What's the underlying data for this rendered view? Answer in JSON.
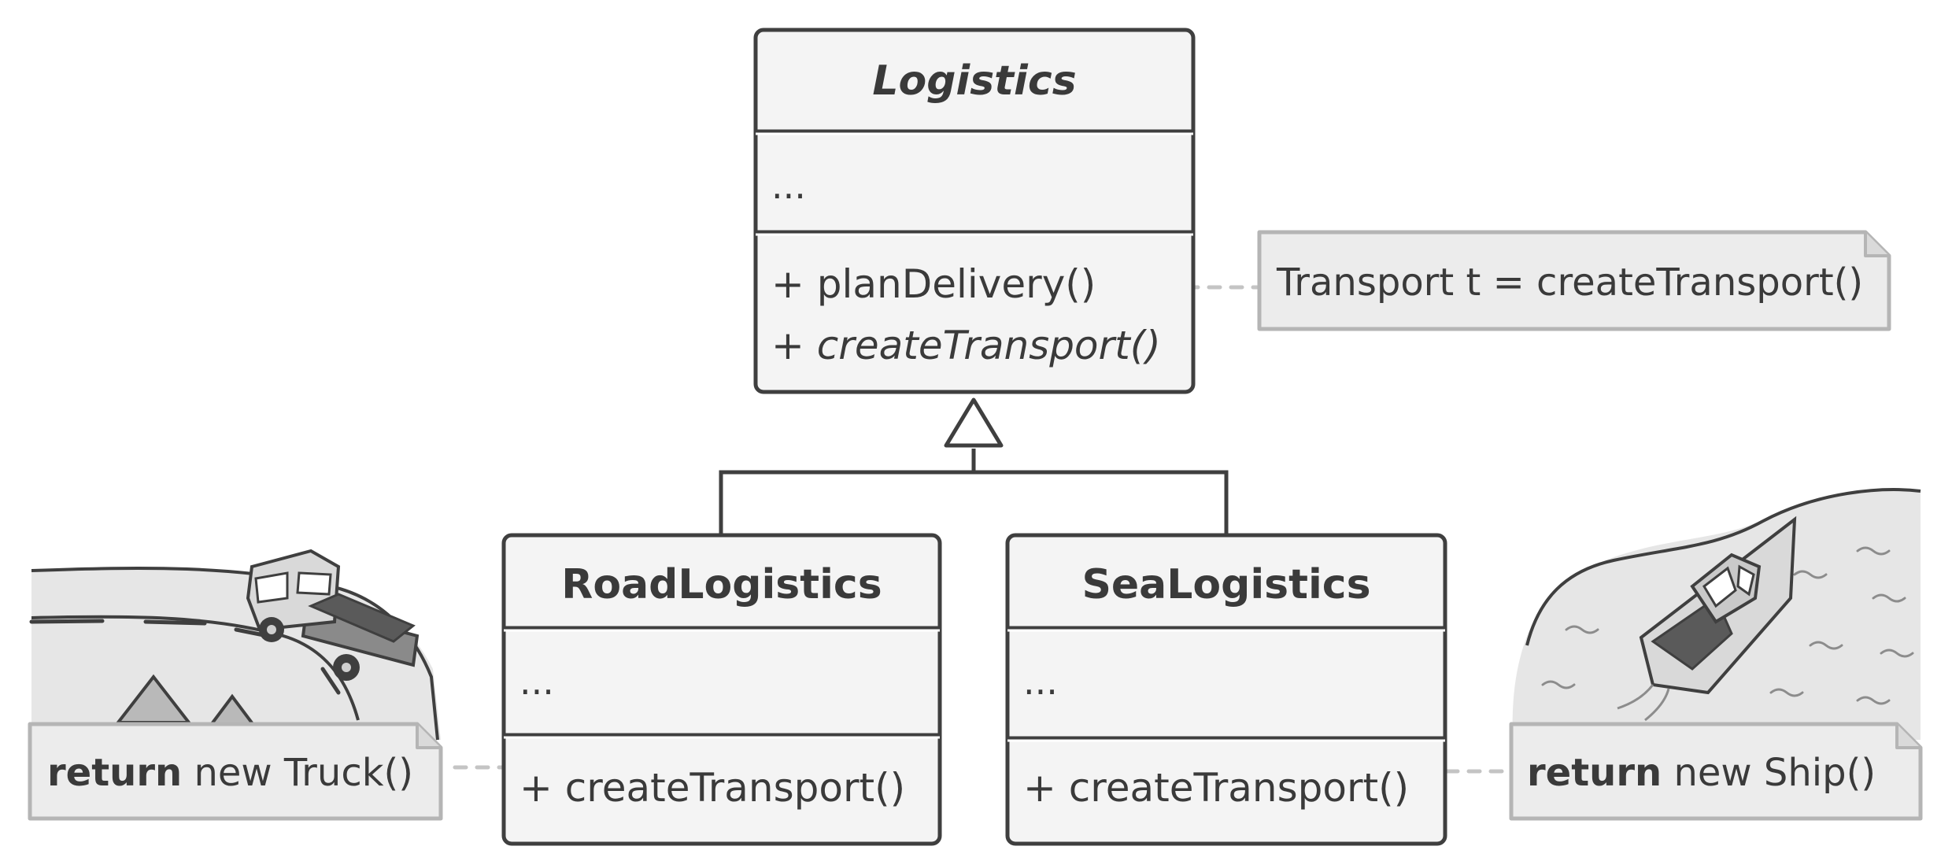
{
  "classes": {
    "logistics": {
      "name": "Logistics",
      "fields": "...",
      "method_plan": "+ planDelivery()",
      "method_create": "+ createTransport()"
    },
    "road": {
      "name": "RoadLogistics",
      "fields": "...",
      "method_create": "+ createTransport()"
    },
    "sea": {
      "name": "SeaLogistics",
      "fields": "...",
      "method_create": "+ createTransport()"
    }
  },
  "notes": {
    "plan_note": "Transport t = createTransport()",
    "truck_note": {
      "keyword": "return",
      "rest": " new Truck()"
    },
    "ship_note": {
      "keyword": "return",
      "rest": " new Ship()"
    }
  },
  "colors": {
    "box_fill": "#f4f4f4",
    "box_stroke": "#3f3f3f",
    "note_fill": "#ececec",
    "note_stroke": "#b5b5b5",
    "connector": "#c4c4c4"
  },
  "illustrations": {
    "left": "truck-on-road-illustration",
    "right": "boat-on-sea-illustration"
  }
}
